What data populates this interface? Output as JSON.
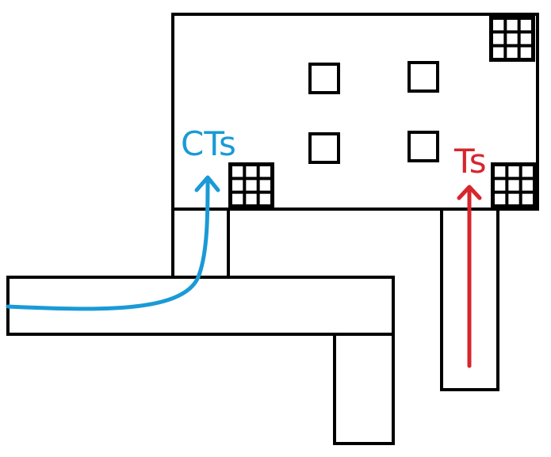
{
  "labels": {
    "left_path": "CTs",
    "right_path": "Ts"
  },
  "colors": {
    "outline": "#000000",
    "left_path": "#1a9ad6",
    "right_path": "#d6262e",
    "background": "#ffffff"
  },
  "elements": {
    "grid_blocks": [
      "top-right",
      "center-left",
      "bottom-right"
    ],
    "small_squares": 4,
    "arrow_heads": [
      "left_path",
      "right_path"
    ]
  }
}
